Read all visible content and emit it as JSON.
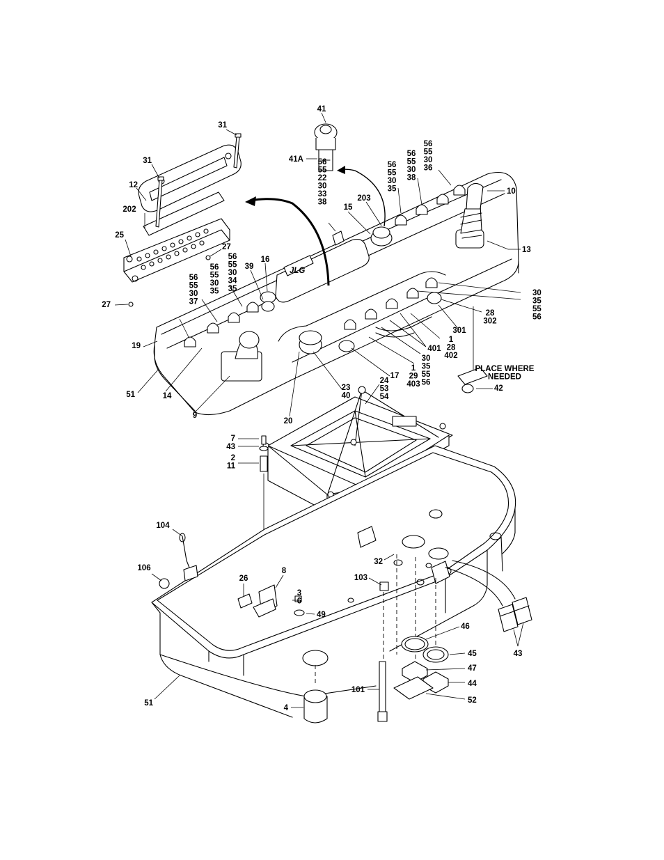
{
  "callouts": [
    {
      "text": "41"
    },
    {
      "text": "41A"
    },
    {
      "text": "31"
    },
    {
      "text": "31"
    },
    {
      "text": "12"
    },
    {
      "text": "202"
    },
    {
      "text": "25"
    },
    {
      "text": "27"
    },
    {
      "text": "27"
    },
    {
      "text": "56\n55\n22\n30\n33\n38"
    },
    {
      "text": "56\n55\n30\n35"
    },
    {
      "text": "56\n55\n30\n38"
    },
    {
      "text": "56\n55\n30\n36"
    },
    {
      "text": "203"
    },
    {
      "text": "15"
    },
    {
      "text": "10"
    },
    {
      "text": "13"
    },
    {
      "text": "16"
    },
    {
      "text": "39"
    },
    {
      "text": "56\n55\n30\n34\n35"
    },
    {
      "text": "56\n55\n30\n35"
    },
    {
      "text": "56\n55\n30\n37"
    },
    {
      "text": "30\n35\n55\n56"
    },
    {
      "text": "28\n302"
    },
    {
      "text": "301"
    },
    {
      "text": "1\n28\n402"
    },
    {
      "text": "401"
    },
    {
      "text": "30\n35\n55\n56"
    },
    {
      "text": "1\n29\n403"
    },
    {
      "text": "17"
    },
    {
      "text": "24\n53\n54"
    },
    {
      "text": "23\n40"
    },
    {
      "text": "19"
    },
    {
      "text": "51"
    },
    {
      "text": "14"
    },
    {
      "text": "9"
    },
    {
      "text": "20"
    },
    {
      "text": "PLACE WHERE\nNEEDED"
    },
    {
      "text": "42"
    },
    {
      "text": "7"
    },
    {
      "text": "43"
    },
    {
      "text": "2\n11"
    },
    {
      "text": "104"
    },
    {
      "text": "106"
    },
    {
      "text": "26"
    },
    {
      "text": "8"
    },
    {
      "text": "3\n6"
    },
    {
      "text": "49"
    },
    {
      "text": "32"
    },
    {
      "text": "103"
    },
    {
      "text": "46"
    },
    {
      "text": "45"
    },
    {
      "text": "47"
    },
    {
      "text": "44"
    },
    {
      "text": "52"
    },
    {
      "text": "101"
    },
    {
      "text": "4"
    },
    {
      "text": "51"
    },
    {
      "text": "43"
    }
  ]
}
